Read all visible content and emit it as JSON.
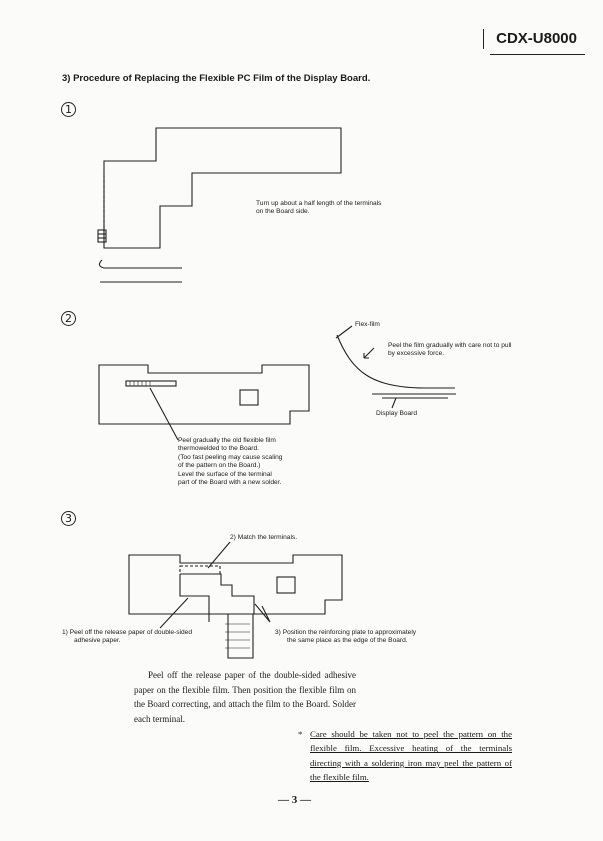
{
  "header": {
    "model": "CDX-U8000"
  },
  "section": {
    "heading": "3) Procedure of Replacing the Flexible PC Film of the Display Board."
  },
  "steps": {
    "one": "1",
    "two": "2",
    "three": "3"
  },
  "step1": {
    "note_line1": "Turn up about a half length of the terminals",
    "note_line2": "on the Board side."
  },
  "step2": {
    "flex_label": "Flex-film",
    "peel_line1": "Peel the film gradually with care not to pull",
    "peel_line2": "by excessive force.",
    "display_label": "Display Board",
    "old_lines": [
      "Peel gradually the old flexible film",
      "thermowelded to the Board.",
      "(Too fast peeling may cause scaling",
      "of the pattern on the Board.)",
      "Level the surface of the terminal",
      "part of the Board with a new solder."
    ]
  },
  "step3": {
    "match_label": "2)  Match the terminals.",
    "release_line1": "1)  Peel off the release paper of double-sided",
    "release_line2": "adhesive paper.",
    "position_line1": "3)  Position the reinforcing plate to approximately",
    "position_line2": "the same place as the edge of the Board."
  },
  "body_text": "Peel off the release paper of the double-sided adhesive paper on the flexible film. Then position the flexible film on the Board correcting, and attach the film to the Board. Solder each terminal.",
  "caution": {
    "star": "*",
    "text": "Care should be taken not to peel the pattern on the flexible film. Excessive heating of the terminals directing with a soldering iron may peel the pattern of the flexible film."
  },
  "footer": {
    "page_number": "— 3 —"
  }
}
